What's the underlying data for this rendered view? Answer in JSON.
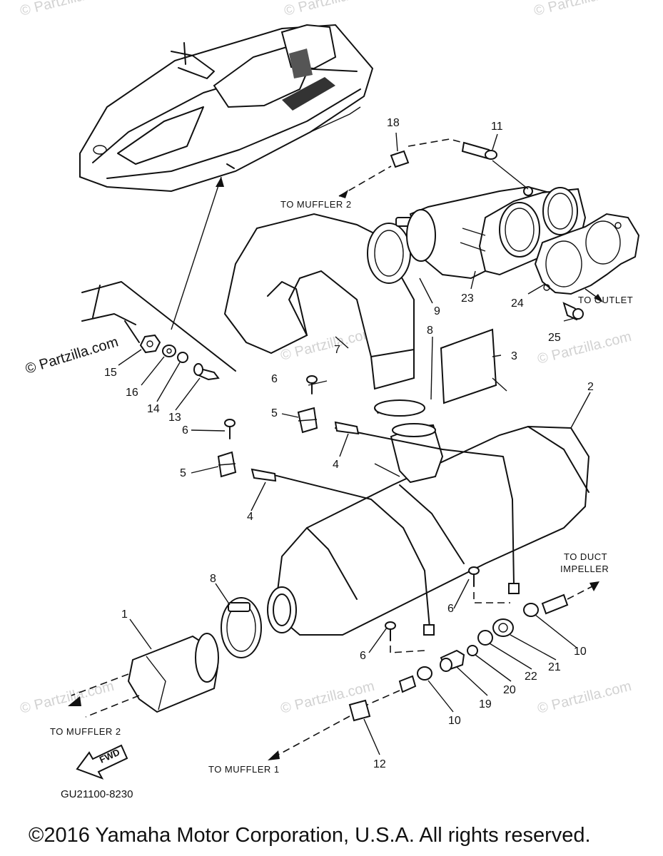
{
  "watermark": "© Partzilla.com",
  "brand_mark": "© Partzilla.com",
  "diagram_code": "GU21100-8230",
  "fwd_label": "FWD",
  "copyright": "©2016 Yamaha Motor Corporation, U.S.A. All rights reserved.",
  "labels": {
    "to_muffler_2_top": "TO MUFFLER 2",
    "to_outlet": "TO OUTLET",
    "to_duct_impeller_1": "TO DUCT",
    "to_duct_impeller_2": "IMPELLER",
    "to_muffler_2_bottom": "TO MUFFLER 2",
    "to_muffler_1": "TO MUFFLER 1"
  },
  "callouts": {
    "p1": "1",
    "p2": "2",
    "p3": "3",
    "p4a": "4",
    "p4b": "4",
    "p5a": "5",
    "p5b": "5",
    "p6a": "6",
    "p6b": "6",
    "p6c": "6",
    "p6d": "6",
    "p7": "7",
    "p8a": "8",
    "p8b": "8",
    "p9": "9",
    "p10a": "10",
    "p10b": "10",
    "p11": "11",
    "p12": "12",
    "p13": "13",
    "p14": "14",
    "p15": "15",
    "p16": "16",
    "p18": "18",
    "p19": "19",
    "p20": "20",
    "p21": "21",
    "p22": "22",
    "p23": "23",
    "p24": "24",
    "p25": "25"
  }
}
